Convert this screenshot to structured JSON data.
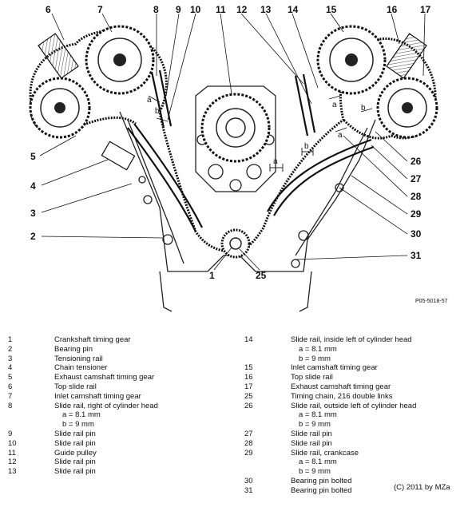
{
  "figure": {
    "reference": "P05-5018-57",
    "callouts": [
      "1",
      "2",
      "3",
      "4",
      "5",
      "6",
      "7",
      "8",
      "9",
      "10",
      "11",
      "12",
      "13",
      "14",
      "15",
      "16",
      "17",
      "25",
      "26",
      "27",
      "28",
      "29",
      "30",
      "31"
    ],
    "dimension_letters": {
      "a": "a",
      "b": "b"
    }
  },
  "legend": {
    "left": [
      {
        "num": "1",
        "label": "Crankshaft timing gear"
      },
      {
        "num": "2",
        "label": "Bearing pin"
      },
      {
        "num": "3",
        "label": "Tensioning rail"
      },
      {
        "num": "4",
        "label": "Chain tensioner"
      },
      {
        "num": "5",
        "label": "Exhaust camshaft timing gear"
      },
      {
        "num": "6",
        "label": "Top slide rail"
      },
      {
        "num": "7",
        "label": "Inlet camshaft timing gear"
      },
      {
        "num": "8",
        "label": "Slide rail, right of cylinder head",
        "sub": [
          "a = 8.1 mm",
          "b = 9 mm"
        ]
      },
      {
        "num": "9",
        "label": "Slide rail pin"
      },
      {
        "num": "10",
        "label": "Slide rail pin"
      },
      {
        "num": "11",
        "label": "Guide pulley"
      },
      {
        "num": "12",
        "label": "Slide rail pin"
      },
      {
        "num": "13",
        "label": "Slide rail pin"
      }
    ],
    "right": [
      {
        "num": "14",
        "label": "Slide rail, inside left of cylinder head",
        "sub": [
          "a = 8.1 mm",
          "b = 9 mm"
        ]
      },
      {
        "num": "15",
        "label": "Inlet camshaft timing gear"
      },
      {
        "num": "16",
        "label": "Top slide rail"
      },
      {
        "num": "17",
        "label": "Exhaust camshaft timing gear"
      },
      {
        "num": "25",
        "label": "Timing chain, 216 double links"
      },
      {
        "num": "26",
        "label": "Slide rail, outside left of cylinder head",
        "sub": [
          "a = 8.1 mm",
          "b = 9 mm"
        ]
      },
      {
        "num": "27",
        "label": "Slide rail pin"
      },
      {
        "num": "28",
        "label": "Slide rail pin"
      },
      {
        "num": "29",
        "label": "Slide rail, crankcase",
        "sub": [
          "a = 8.1 mm",
          "b = 9 mm"
        ]
      },
      {
        "num": "30",
        "label": "Bearing pin bolted"
      },
      {
        "num": "31",
        "label": "Bearing pin bolted"
      }
    ]
  },
  "copyright": "(C) 2011 by MZa"
}
